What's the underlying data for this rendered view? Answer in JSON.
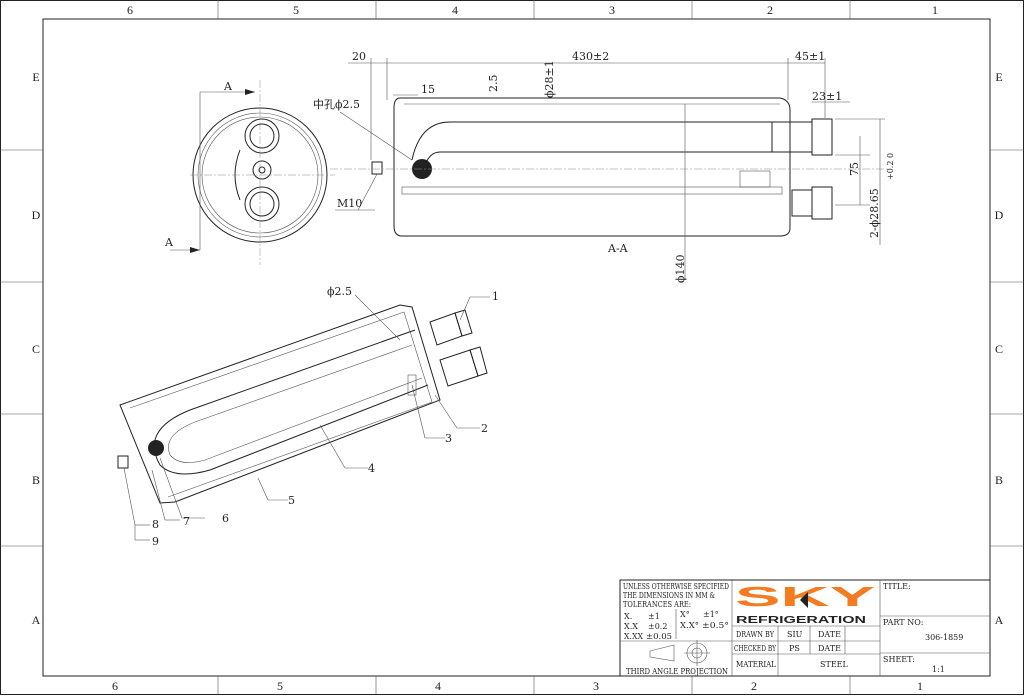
{
  "zones": {
    "columns": [
      "6",
      "5",
      "4",
      "3",
      "2",
      "1"
    ],
    "rows": [
      "E",
      "D",
      "C",
      "B",
      "A"
    ]
  },
  "section_view": {
    "section_label": "A-A",
    "dims": {
      "overall_length": "430±2",
      "left_offset": "20",
      "fitting_length": "45±1",
      "fitting_short": "23±1",
      "wall_offset": "15",
      "wall_thickness": "2.5",
      "tube_dia": "ϕ28±1",
      "center_hole": "中孔ϕ2.5",
      "thread": "M10",
      "port_spacing": "75",
      "port_dia": "2-ϕ28.65",
      "port_tol": "+0.2 0",
      "body_dia": "ϕ140"
    }
  },
  "end_view": {
    "section_marker": "A"
  },
  "iso_view": {
    "hole_label": "ϕ2.5",
    "balloons": [
      "1",
      "2",
      "3",
      "4",
      "5",
      "6",
      "7",
      "8",
      "9"
    ]
  },
  "title_block": {
    "tolerance_note": [
      "UNLESS OTHERWISE SPECIFIED",
      "THE DIMENSIONS IN MM &",
      "TOLERANCES ARE:"
    ],
    "tol_rows": [
      {
        "k": "X.",
        "v": "±1"
      },
      {
        "k": "X.X",
        "v": "±0.2"
      },
      {
        "k": "X.XX",
        "v": "±0.05"
      }
    ],
    "ang_rows": [
      {
        "k": "X°",
        "v": "±1°"
      },
      {
        "k": "X.X°",
        "v": "±0.5°"
      }
    ],
    "projection": "THIRD ANGLE PROJECTION",
    "logo_main": "SKY",
    "logo_sub": "REFRIGERATION",
    "drawn_by_label": "DRAWN BY",
    "drawn_by": "SIU",
    "checked_by_label": "CHECKED BY",
    "checked_by": "PS",
    "date_label": "DATE",
    "material_label": "MATERIAL",
    "material": "STEEL",
    "title_label": "TITLE:",
    "part_no_label": "PART NO:",
    "part_no": "306-1859",
    "sheet_label": "SHEET:",
    "sheet": "1:1"
  },
  "colors": {
    "logo_orange": "#f47b20",
    "logo_dark": "#222222"
  }
}
